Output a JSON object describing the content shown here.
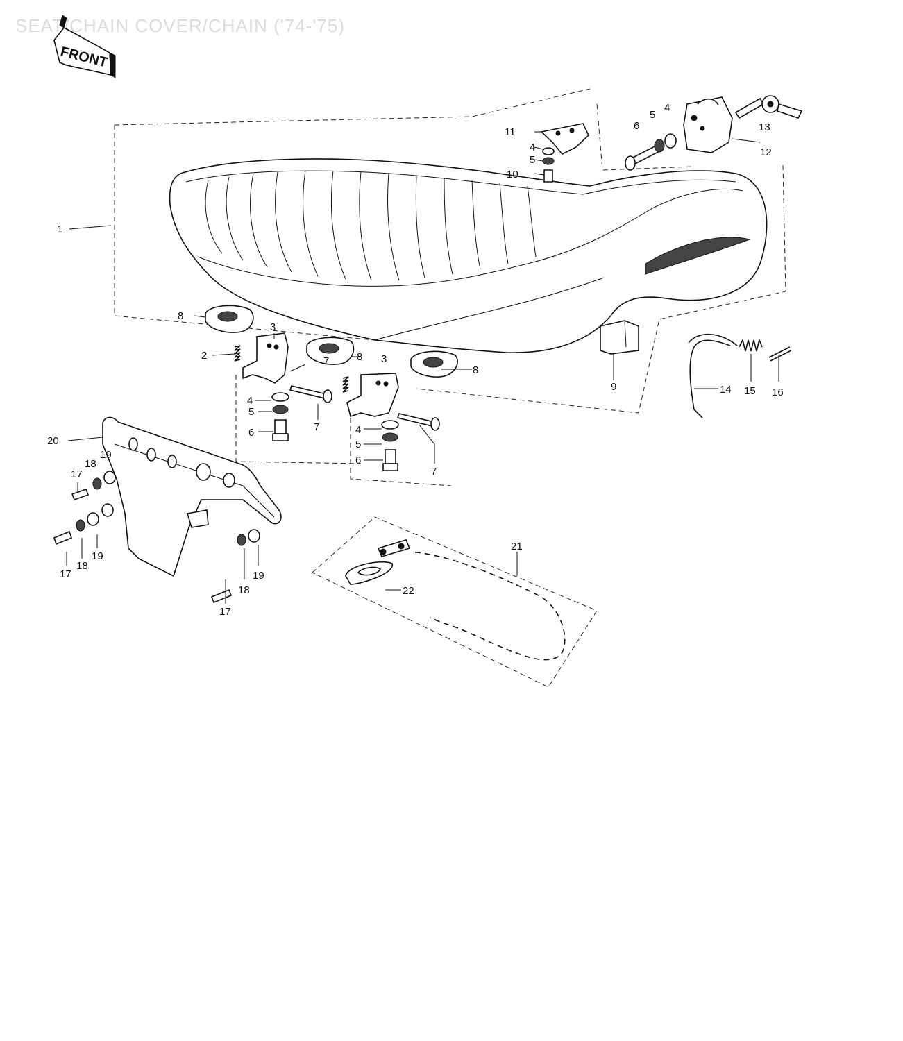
{
  "title": "SEAT/CHAIN COVER/CHAIN ('74-'75)",
  "front_marker": "FRONT",
  "callouts": [
    {
      "id": "c-1",
      "text": "1"
    },
    {
      "id": "c-2",
      "text": "2"
    },
    {
      "id": "c-3a",
      "text": "3"
    },
    {
      "id": "c-3b",
      "text": "3"
    },
    {
      "id": "c-4a",
      "text": "4"
    },
    {
      "id": "c-4b",
      "text": "4"
    },
    {
      "id": "c-4c",
      "text": "4"
    },
    {
      "id": "c-4d",
      "text": "4"
    },
    {
      "id": "c-5a",
      "text": "5"
    },
    {
      "id": "c-5b",
      "text": "5"
    },
    {
      "id": "c-5c",
      "text": "5"
    },
    {
      "id": "c-5d",
      "text": "5"
    },
    {
      "id": "c-6a",
      "text": "6"
    },
    {
      "id": "c-6b",
      "text": "6"
    },
    {
      "id": "c-6c",
      "text": "6"
    },
    {
      "id": "c-7a",
      "text": "7"
    },
    {
      "id": "c-7b",
      "text": "7"
    },
    {
      "id": "c-7c",
      "text": "7"
    },
    {
      "id": "c-8a",
      "text": "8"
    },
    {
      "id": "c-8b",
      "text": "8"
    },
    {
      "id": "c-8c",
      "text": "8"
    },
    {
      "id": "c-9",
      "text": "9"
    },
    {
      "id": "c-10",
      "text": "10"
    },
    {
      "id": "c-11",
      "text": "11"
    },
    {
      "id": "c-12",
      "text": "12"
    },
    {
      "id": "c-13",
      "text": "13"
    },
    {
      "id": "c-14",
      "text": "14"
    },
    {
      "id": "c-15",
      "text": "15"
    },
    {
      "id": "c-16",
      "text": "16"
    },
    {
      "id": "c-17a",
      "text": "17"
    },
    {
      "id": "c-17b",
      "text": "17"
    },
    {
      "id": "c-17c",
      "text": "17"
    },
    {
      "id": "c-18a",
      "text": "18"
    },
    {
      "id": "c-18b",
      "text": "18"
    },
    {
      "id": "c-18c",
      "text": "18"
    },
    {
      "id": "c-19a",
      "text": "19"
    },
    {
      "id": "c-19b",
      "text": "19"
    },
    {
      "id": "c-19c",
      "text": "19"
    },
    {
      "id": "c-20",
      "text": "20"
    },
    {
      "id": "c-21",
      "text": "21"
    },
    {
      "id": "c-22",
      "text": "22"
    }
  ]
}
